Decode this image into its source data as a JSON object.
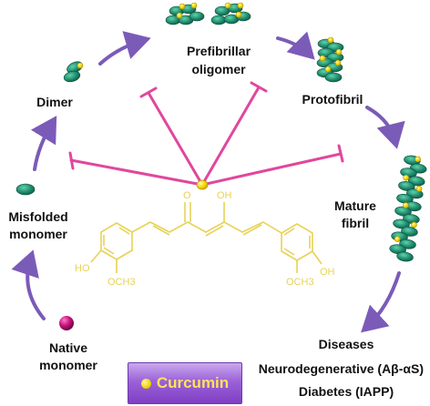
{
  "stages": {
    "prefibrillar_oligomer": [
      "Prefibrillar",
      "oligomer"
    ],
    "dimer": "Dimer",
    "protofibril": "Protofibril",
    "misfolded_monomer": [
      "Misfolded",
      "monomer"
    ],
    "mature_fibril": [
      "Mature",
      "fibril"
    ],
    "native_monomer": [
      "Native",
      "monomer"
    ]
  },
  "outcomes": {
    "diseases": "Diseases",
    "neurodegenerative": "Neurodegenerative (Aβ-αS)",
    "diabetes": "Diabetes (IAPP)"
  },
  "molecule": {
    "carbonyl": "O",
    "enol": "OH",
    "left_hydroxyl": "HO",
    "left_methoxy": "OCH3",
    "right_hydroxyl": "OH",
    "right_methoxy": "OCH3"
  },
  "legend": {
    "label": "Curcumin"
  },
  "colors": {
    "arrow": "#7b5bb8",
    "inhibition": "#e0479e",
    "protein": "#1f8a6c",
    "curcumin": "#f5d800",
    "native": "#c4127a",
    "molecule": "#e8d255"
  }
}
